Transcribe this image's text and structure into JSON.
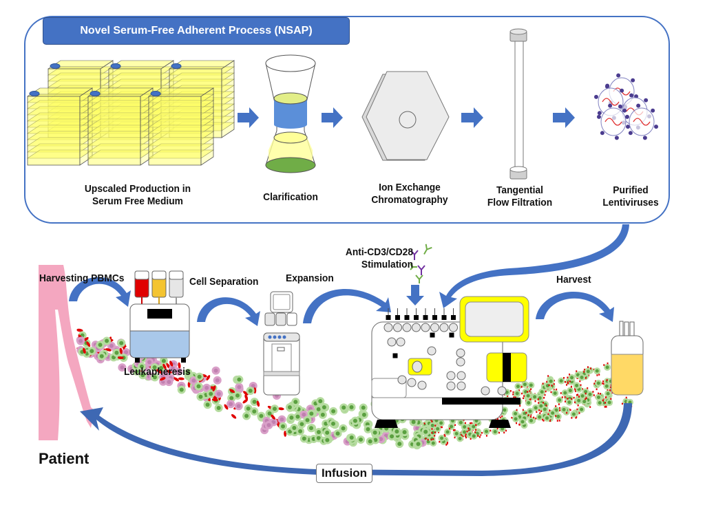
{
  "title": "Novel Serum-Free Adherent Process (NSAP)",
  "nsap_steps": [
    {
      "id": "production",
      "label_line1": "Upscaled Production in",
      "label_line2": "Serum Free Medium",
      "icon": "cell-factory-stacks-icon"
    },
    {
      "id": "clarification",
      "label_line1": "Clarification",
      "label_line2": "",
      "icon": "clarification-filter-icon"
    },
    {
      "id": "iex",
      "label_line1": "Ion Exchange",
      "label_line2": "Chromatography",
      "icon": "hexagon-membrane-icon"
    },
    {
      "id": "tff",
      "label_line1": "Tangential",
      "label_line2": "Flow Filtration",
      "icon": "hollow-fiber-column-icon"
    },
    {
      "id": "lentivirus",
      "label_line1": "Purified",
      "label_line2": "Lentiviruses",
      "icon": "lentivirus-particles-icon"
    }
  ],
  "cell_therapy_steps": {
    "harvesting": "Harvesting PBMCs",
    "cell_separation": "Cell Separation",
    "leukapheresis": "Leukapheresis",
    "expansion": "Expansion",
    "stimulation_line1": "Anti-CD3/CD28",
    "stimulation_line2": "Stimulation",
    "harvest": "Harvest",
    "infusion": "Infusion",
    "patient": "Patient"
  },
  "colors": {
    "accent_blue": "#4472c4",
    "yellow_medium": "#ffff66",
    "patient_pink": "#f4a7c0",
    "red_cell": "#e00000",
    "t_cell_green": "#70ad47",
    "bag_yellow": "#ffd966",
    "machine_yellow": "#ffff00"
  }
}
